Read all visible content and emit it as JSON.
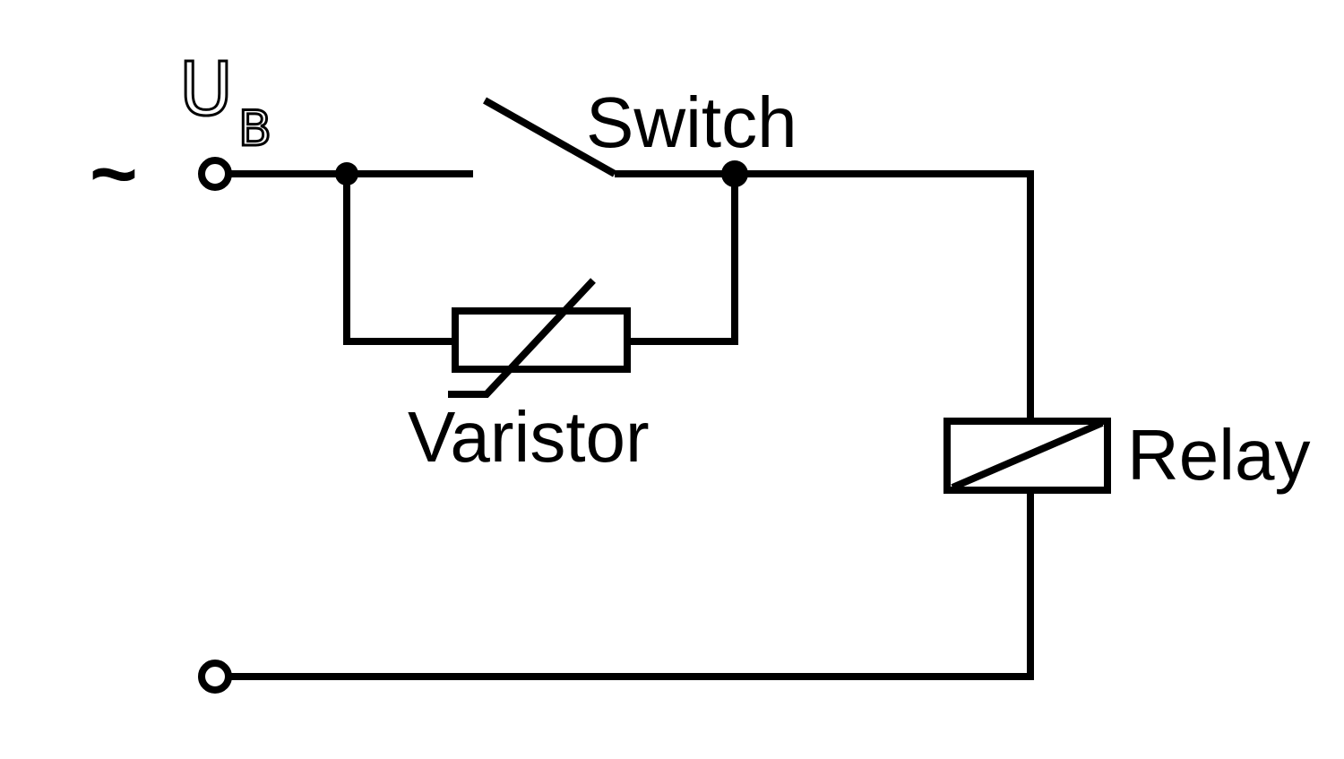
{
  "diagram": {
    "ac_symbol": "~",
    "supply_label": {
      "main": "U",
      "subscript": "B"
    },
    "switch_label": "Switch",
    "varistor_label": "Varistor",
    "relay_label": "Relay"
  },
  "colors": {
    "line": "#000000",
    "background": "#ffffff"
  }
}
